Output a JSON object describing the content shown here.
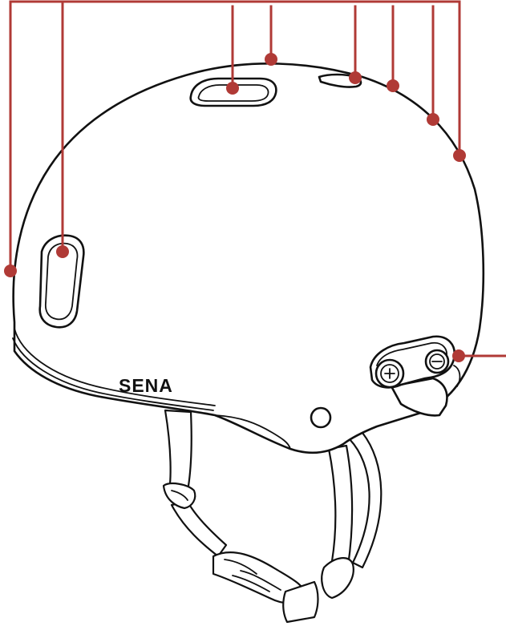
{
  "brand": {
    "logo_text": "SENA"
  },
  "colors": {
    "callout": "#b03a36",
    "outline": "#111111",
    "fill": "#ffffff"
  },
  "callouts": [
    {
      "id": "callout-1",
      "target": "side-vent-edge"
    },
    {
      "id": "callout-2",
      "target": "side-vent"
    },
    {
      "id": "callout-3",
      "target": "top-vent"
    },
    {
      "id": "callout-4",
      "target": "crown"
    },
    {
      "id": "callout-5",
      "target": "top-rear-vent"
    },
    {
      "id": "callout-6",
      "target": "rear-shell"
    },
    {
      "id": "callout-7",
      "target": "rear-shell-lower"
    },
    {
      "id": "callout-8",
      "target": "back-shell"
    },
    {
      "id": "callout-9",
      "target": "control-module"
    }
  ],
  "icons": {
    "plus": "plus-button-icon",
    "minus": "minus-button-icon"
  }
}
